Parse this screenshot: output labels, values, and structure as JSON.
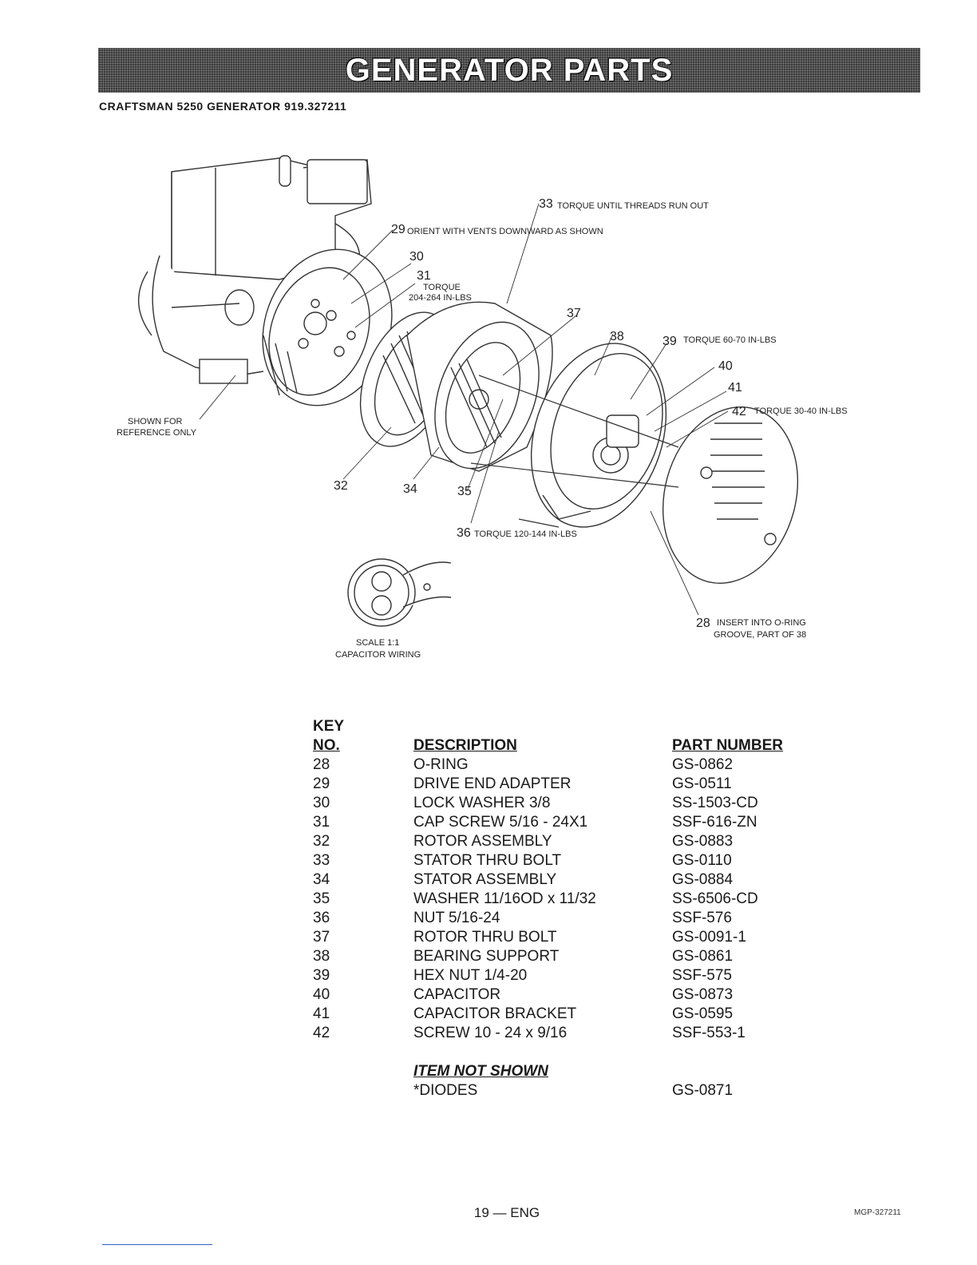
{
  "header": {
    "banner_title": "GENERATOR PARTS",
    "subtitle": "CRAFTSMAN 5250 GENERATOR 919.327211"
  },
  "diagram": {
    "callouts": {
      "c29": "29",
      "c29_text": "ORIENT WITH VENTS DOWNWARD AS SHOWN",
      "c30": "30",
      "c31": "31",
      "c31_text1": "TORQUE",
      "c31_text2": "204-264 IN-LBS",
      "c33": "33",
      "c33_text": "TORQUE UNTIL THREADS RUN OUT",
      "c37": "37",
      "c38": "38",
      "c39": "39",
      "c39_text": "TORQUE 60-70 IN-LBS",
      "c40": "40",
      "c41": "41",
      "c42": "42",
      "c42_text": "TORQUE 30-40 IN-LBS",
      "ref_text1": "SHOWN FOR",
      "ref_text2": "REFERENCE ONLY",
      "c32": "32",
      "c34": "34",
      "c35": "35",
      "c36": "36",
      "c36_text": "TORQUE 120-144 IN-LBS",
      "c28": "28",
      "c28_text1": "INSERT INTO O-RING",
      "c28_text2": "GROOVE, PART OF 38",
      "scale_text": "SCALE 1:1",
      "cap_wiring_text": "CAPACITOR WIRING"
    }
  },
  "parts_table": {
    "key_label": "KEY",
    "headers": [
      "NO.",
      "DESCRIPTION",
      "PART NUMBER"
    ],
    "rows": [
      [
        "28",
        "O-RING",
        "GS-0862"
      ],
      [
        "29",
        "DRIVE END ADAPTER",
        "GS-0511"
      ],
      [
        "30",
        "LOCK WASHER 3/8",
        "SS-1503-CD"
      ],
      [
        "31",
        "CAP SCREW 5/16 - 24X1",
        "SSF-616-ZN"
      ],
      [
        "32",
        "ROTOR ASSEMBLY",
        "GS-0883"
      ],
      [
        "33",
        "STATOR THRU BOLT",
        "GS-0110"
      ],
      [
        "34",
        "STATOR ASSEMBLY",
        "GS-0884"
      ],
      [
        "35",
        "WASHER 11/16OD x 11/32",
        "SS-6506-CD"
      ],
      [
        "36",
        "NUT 5/16-24",
        "SSF-576"
      ],
      [
        "37",
        "ROTOR THRU BOLT",
        "GS-0091-1"
      ],
      [
        "38",
        "BEARING SUPPORT",
        "GS-0861"
      ],
      [
        "39",
        "HEX NUT 1/4-20",
        "SSF-575"
      ],
      [
        "40",
        "CAPACITOR",
        "GS-0873"
      ],
      [
        "41",
        "CAPACITOR BRACKET",
        "GS-0595"
      ],
      [
        "42",
        "SCREW 10 - 24 x 9/16",
        "SSF-553-1"
      ]
    ],
    "not_shown_label": "ITEM NOT SHOWN",
    "not_shown_item": {
      "description": "*DIODES",
      "part_number": "GS-0871"
    }
  },
  "footer": {
    "page": "19 — ENG",
    "code": "MGP-327211"
  }
}
